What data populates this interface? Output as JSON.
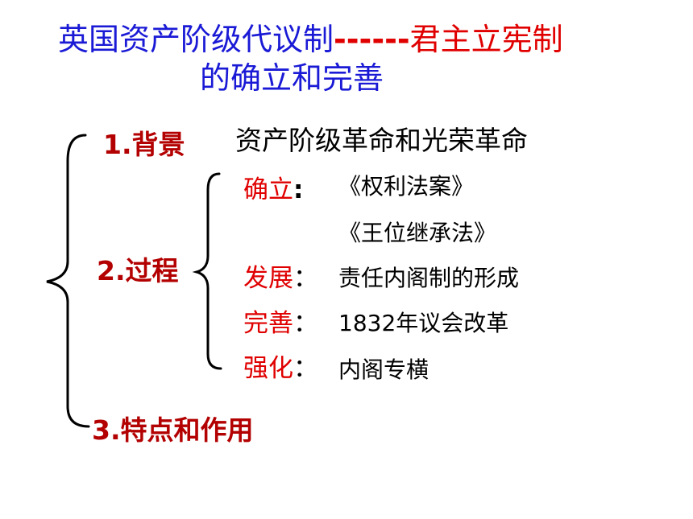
{
  "title": {
    "line1_blue": "英国资产阶级代议制",
    "line1_dash": "------",
    "line1_red": "君主立宪制",
    "line2": "的确立和完善"
  },
  "sections": {
    "background": {
      "label": "1.背景",
      "desc": "资产阶级革命和光荣革命"
    },
    "process": {
      "label": "2.过程",
      "steps": [
        {
          "label": "确立",
          "sep": ":",
          "desc": "《权利法案》"
        },
        {
          "label": "",
          "sep": "",
          "desc": "《王位继承法》"
        },
        {
          "label": "发展",
          "sep": "：",
          "desc": "责任内阁制的形成"
        },
        {
          "label": "完善",
          "sep": "：",
          "desc": "1832年议会改革"
        },
        {
          "label": "强化",
          "sep": "：",
          "desc": "内阁专横"
        }
      ]
    },
    "features": {
      "label": "3.特点和作用"
    }
  },
  "colors": {
    "blue": "#1a1ad6",
    "red": "#e00000",
    "dark_red": "#b30000",
    "text": "#000000"
  }
}
